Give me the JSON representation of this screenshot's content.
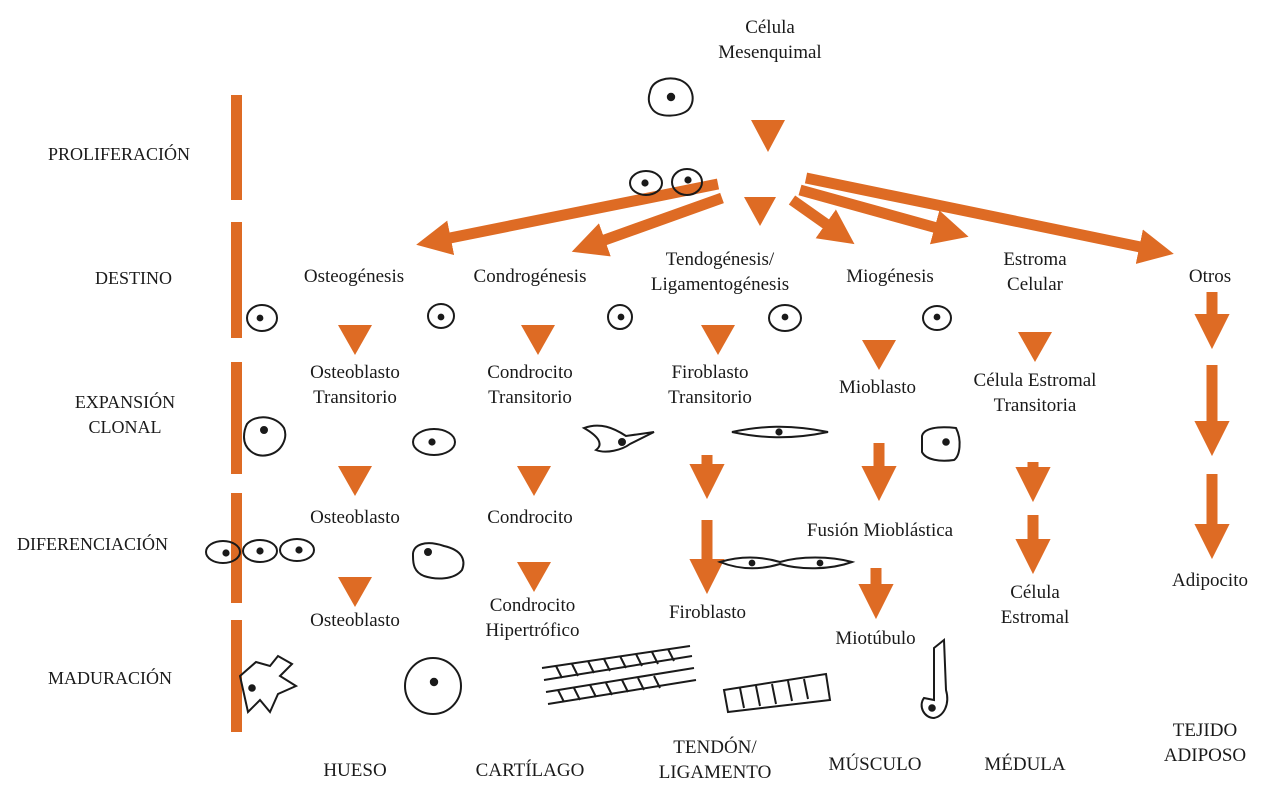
{
  "root": [
    "Célula",
    "Mesenquimal"
  ],
  "stages": [
    [
      "PROLIFERACIÓN"
    ],
    [
      "DESTINO"
    ],
    [
      "EXPANSIÓN",
      "CLONAL"
    ],
    [
      "DIFERENCIACIÓN"
    ],
    [
      "MADURACIÓN"
    ]
  ],
  "lineages": [
    {
      "fate": [
        "Osteogénesis"
      ],
      "transitory": [
        "Osteoblasto",
        "Transitorio"
      ],
      "differentiation": [
        "Osteoblasto"
      ],
      "maturation": [
        "Osteoblasto"
      ],
      "tissue": [
        "HUESO"
      ]
    },
    {
      "fate": [
        "Condrogénesis"
      ],
      "transitory": [
        "Condrocito",
        "Transitorio"
      ],
      "differentiation": [
        "Condrocito"
      ],
      "maturation": [
        "Condrocito",
        "Hipertrófico"
      ],
      "tissue": [
        "CARTÍLAGO"
      ]
    },
    {
      "fate": [
        "Tendogénesis/",
        "Ligamentogénesis"
      ],
      "transitory": [
        "Firoblasto",
        "Transitorio"
      ],
      "maturation": [
        "Firoblasto"
      ],
      "tissue": [
        "TENDÓN/",
        "LIGAMENTO"
      ]
    },
    {
      "fate": [
        "Miogénesis"
      ],
      "transitory": [
        "Mioblasto"
      ],
      "differentiation": [
        "Fusión Mioblástica"
      ],
      "maturation": [
        "Miotúbulo"
      ],
      "tissue": [
        "MÚSCULO"
      ]
    },
    {
      "fate": [
        "Estroma",
        "Celular"
      ],
      "transitory": [
        "Célula Estromal",
        "Transitoria"
      ],
      "maturation": [
        "Célula",
        "Estromal"
      ],
      "tissue": [
        "MÉDULA"
      ]
    },
    {
      "fate": [
        "Otros"
      ],
      "maturation": [
        "Adipocito"
      ],
      "tissue": [
        "TEJIDO",
        "ADIPOSO"
      ]
    }
  ],
  "colors": {
    "arrow": "#de6b24",
    "ink": "#1a1a1a"
  }
}
